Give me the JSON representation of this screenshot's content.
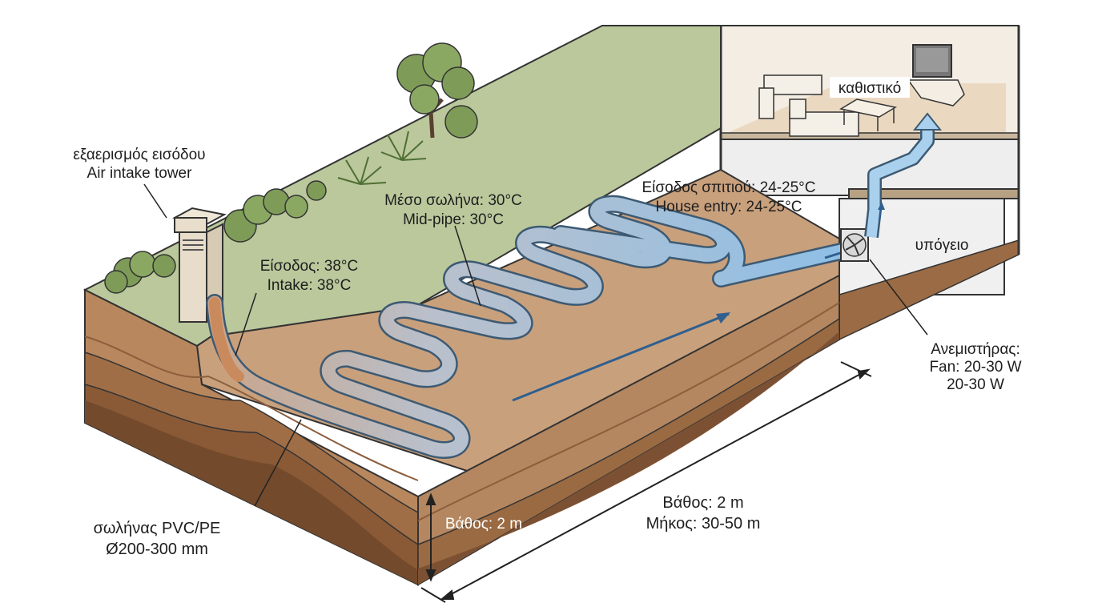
{
  "labels": {
    "intake_tower_gr": "εξαερισμός εισόδου",
    "intake_tower_en": "Air intake tower",
    "intake_temp_gr": "Είσοδος: 38°C",
    "intake_temp_en": "Intake: 38°C",
    "mid_pipe_gr": "Μέσο σωλήνα: 30°C",
    "mid_pipe_en": "Mid-pipe: 30°C",
    "house_entry_gr": "Είσοδος σπιτιού: 24-25°C",
    "house_entry_en": "House entry: 24-25°C",
    "living_room": "καθιστικό",
    "basement": "υπόγειο",
    "fan_gr": "Ανεμιστήρας:",
    "fan_en": "Fan: 20-30 W",
    "fan_w": "20-30 W",
    "pipe_gr": "σωλήνας PVC/PE",
    "pipe_diameter": "Ø200-300 mm",
    "depth_side": "Βάθος: 2 m",
    "depth_main": "Βάθος: 2 m",
    "length_main": "Μήκος: 30-50 m"
  },
  "colors": {
    "grass": "#b9c79b",
    "soil_top": "#c79f7b",
    "soil_layer_1": "#b3875f",
    "soil_layer_2": "#9c6f4a",
    "soil_layer_3": "#7f5637",
    "pipe_blue": "#9ec6e6",
    "pipe_outline": "#3d5a73",
    "intake_pipe": "#c98a5e",
    "house_wall": "#f2ebde",
    "basement_wall": "#ededed"
  },
  "icons": [
    "tree-icon",
    "shrub-icon",
    "air-intake-tower-icon",
    "fan-icon",
    "sofa-icon",
    "tv-icon",
    "coffee-table-icon",
    "window-icon"
  ]
}
